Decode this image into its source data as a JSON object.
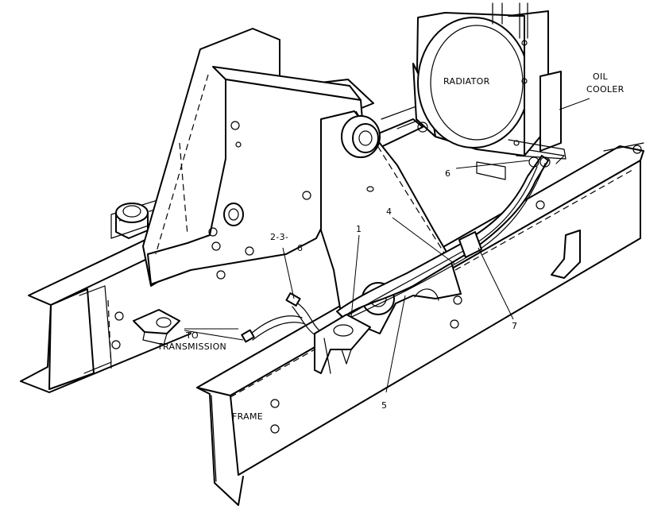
{
  "labels": {
    "radiator": "RADIATOR",
    "oil_cooler_line1": "OIL",
    "oil_cooler_line2": "COOLER",
    "to": "TO",
    "transmission": "TRANSMISSION",
    "frame": "FRAME",
    "callout_1": "1",
    "callout_2_3_6_top": "2-3-",
    "callout_2_3_6_bottom": "6",
    "callout_4": "4",
    "callout_5": "5",
    "callout_6": "6",
    "callout_7": "7"
  }
}
